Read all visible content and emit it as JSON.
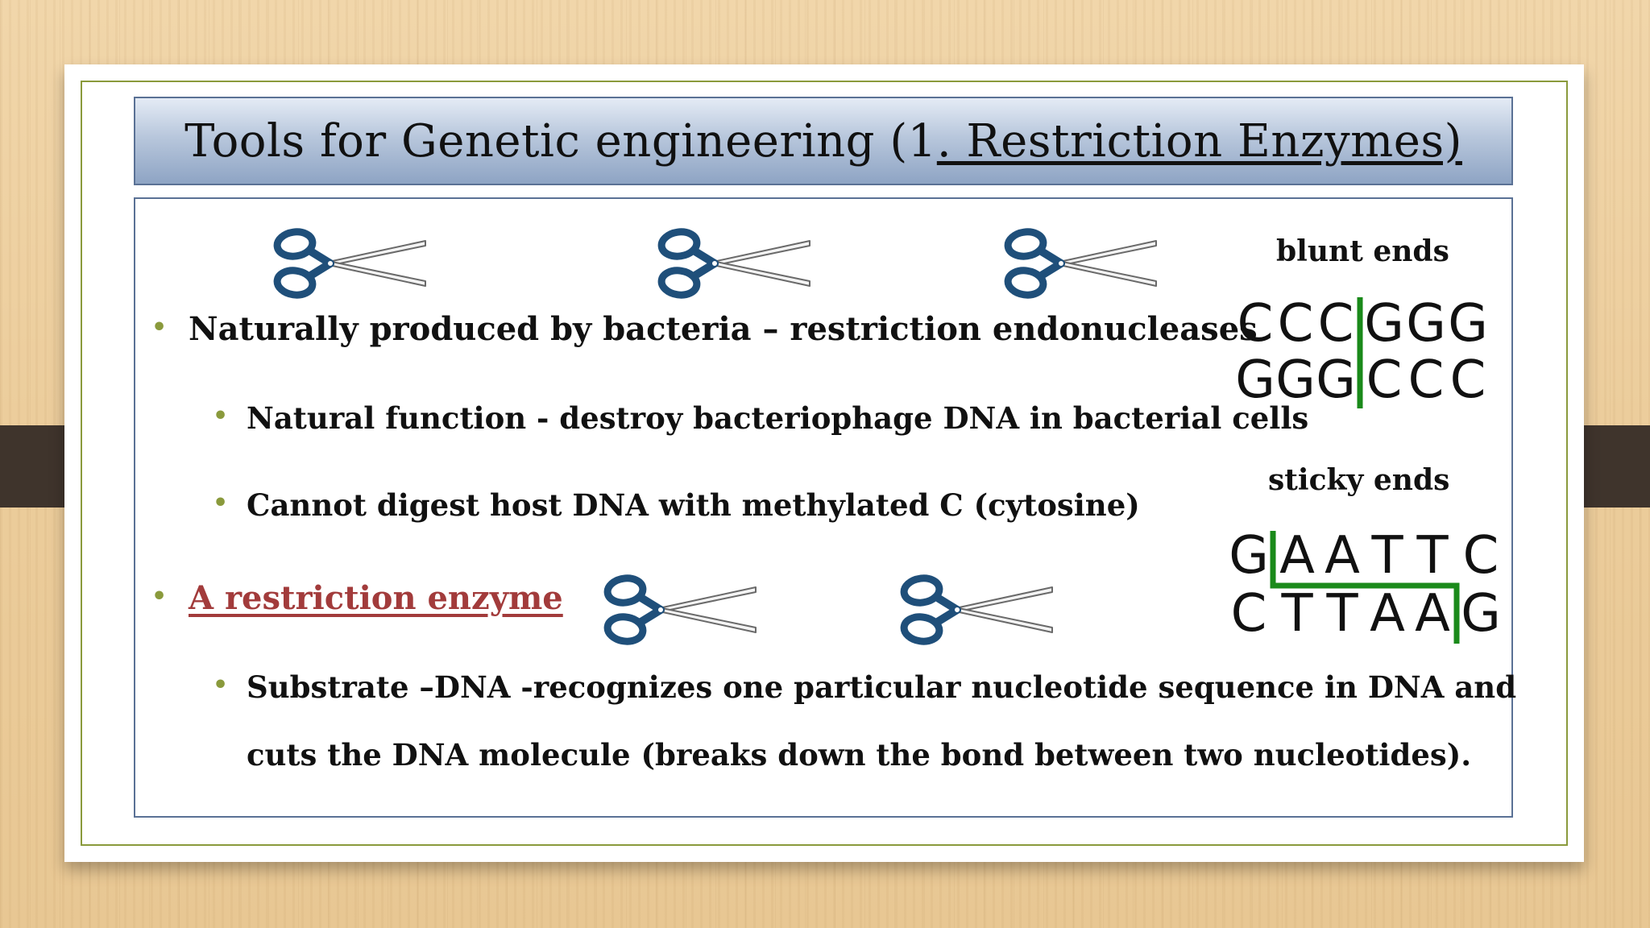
{
  "slide": {
    "title_prefix": "Tools for Genetic engineering (1",
    "title_underlined": ". Restriction Enzymes)",
    "bullets": {
      "b1": "Naturally produced by bacteria – restriction endonucleases",
      "b1a": "Natural function - destroy bacteriophage DNA in bacterial cells",
      "b1b": "Cannot digest host DNA with methylated C (cytosine)",
      "b2_link": "A restriction enzyme",
      "b2a_line1": "Substrate –DNA -recognizes one particular nucleotide sequence in DNA and",
      "b2a_line2": "cuts the DNA molecule (breaks down the bond between two nucleotides)."
    },
    "bullet_glyph": "•",
    "blunt": {
      "heading": "blunt ends",
      "top": [
        "C",
        "C",
        "C",
        "G",
        "G",
        "G"
      ],
      "bottom": [
        "G",
        "G",
        "G",
        "C",
        "C",
        "C"
      ]
    },
    "sticky": {
      "heading": "sticky ends",
      "top": [
        "G",
        "A",
        "A",
        "T",
        "T",
        "C"
      ],
      "bottom": [
        "C",
        "T",
        "T",
        "A",
        "A",
        "G"
      ]
    }
  },
  "colors": {
    "bullet": "#8a9a3c",
    "link": "#a23b3b",
    "cut_line": "#1a8a1a",
    "scissors_handle": "#1f4f7a"
  },
  "icons": [
    "scissors-icon"
  ]
}
